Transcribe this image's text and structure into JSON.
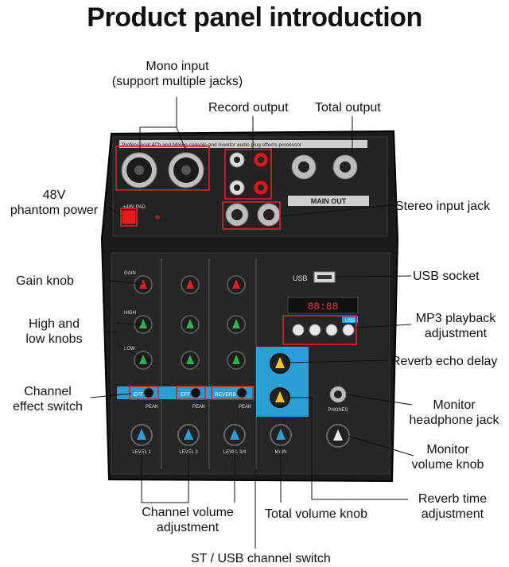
{
  "title": "Product panel introduction",
  "device": {
    "top_strip_text": "Professional 4Ch and Mixing console and monitor audio plug effects processor",
    "main_out_label": "MAIN OUT",
    "usb_label": "USB",
    "usb_badge": "USB",
    "phantom_label": "+48V PAD",
    "led_display": "88:88",
    "effect_buttons": [
      "EFF",
      "EFF",
      "REVERB"
    ],
    "peak_label": "PEAK",
    "channel_labels": [
      "LEVEL 1",
      "LEVEL 2",
      "LEVEL 3/4"
    ],
    "main_label": "MAIN",
    "phones_label": "PHONES",
    "knob_rows": [
      "GAIN",
      "HIGH",
      "LOW"
    ]
  },
  "labels": {
    "mono_input_1": "Mono input",
    "mono_input_2": "(support multiple jacks)",
    "record_output": "Record output",
    "total_output": "Total output",
    "phantom_1": "48V",
    "phantom_2": "phantom power",
    "stereo_input": "Stereo input jack",
    "gain_knob": "Gain knob",
    "usb_socket": "USB socket",
    "high_low_1": "High and",
    "high_low_2": "low knobs",
    "mp3_1": "MP3 playback",
    "mp3_2": "adjustment",
    "reverb_delay": "Reverb echo delay",
    "effect_switch_1": "Channel",
    "effect_switch_2": "effect switch",
    "monitor_hp_1": "Monitor",
    "monitor_hp_2": "headphone jack",
    "monitor_vol_1": "Monitor",
    "monitor_vol_2": "volume knob",
    "reverb_time_1": "Reverb time",
    "reverb_time_2": "adjustment",
    "channel_volume_1": "Channel volume",
    "channel_volume_2": "adjustment",
    "total_volume": "Total volume knob",
    "st_usb": "ST / USB channel switch"
  },
  "colors": {
    "device_body": "#1a1a1a",
    "panel": "#2a2a2a",
    "accent_blue": "#2a9fd6",
    "knob_red": "#d22",
    "knob_green": "#2cb44a",
    "knob_yellow": "#f2c91a",
    "callout_red": "#d8232a"
  }
}
